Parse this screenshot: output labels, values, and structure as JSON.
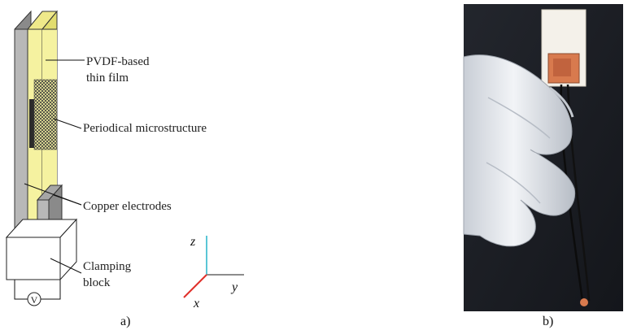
{
  "panel_a": {
    "labels": {
      "film": "PVDF-based",
      "film_line2": "thin film",
      "microstructure": "Periodical microstructure",
      "electrodes": "Copper electrodes",
      "clamp": "Clamping",
      "clamp_line2": "block",
      "voltmeter": "V"
    },
    "axes": {
      "z": "z",
      "y": "y",
      "x": "x"
    },
    "caption": "a)"
  },
  "panel_b": {
    "caption": "b)"
  },
  "colors": {
    "film_fill": "#f5f2a0",
    "film_edge": "#e2dd6f",
    "electrode_grey": "#b8b8b8",
    "electrode_dark": "#8a8a8a",
    "microstructure": "#2b2b2b",
    "axis_z": "#5bc6d6",
    "axis_y": "#8c8c8c",
    "axis_x": "#e0302a",
    "photo_background": "#1a1c22",
    "glove": "#e7eaee",
    "copper": "#d87a4e"
  }
}
